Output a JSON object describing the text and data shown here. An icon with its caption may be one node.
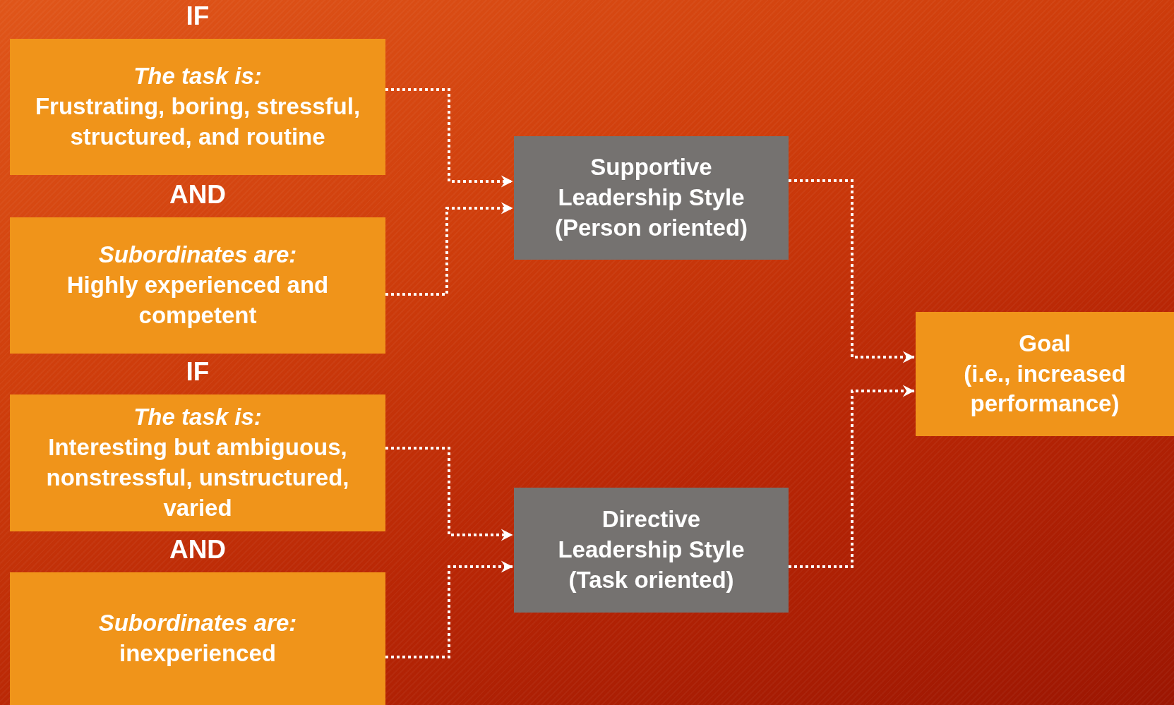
{
  "diagram": {
    "nodes": [
      {
        "text": [
          "The task is:",
          "Frustrating, boring, stressful, structured, and routine"
        ]
      },
      {
        "text": [
          "Subordinates are:",
          "Highly experienced and competent"
        ]
      },
      {
        "text": [
          "The task is:",
          "Interesting but ambiguous, nonstressful, unstructured, varied"
        ]
      },
      {
        "text": [
          "Subordinates are:",
          "inexperienced"
        ]
      },
      {
        "text": [
          "Supportive Leadership Style (Person oriented)"
        ]
      },
      {
        "text": [
          "Directive Leadership Style (Task oriented)"
        ]
      },
      {
        "text": [
          "Goal",
          "(i.e., increased performance)"
        ]
      }
    ],
    "edges": [
      {
        "from": 0,
        "to": 4,
        "arrow": "to"
      },
      {
        "from": 1,
        "to": 4,
        "arrow": "to"
      },
      {
        "from": 2,
        "to": 5,
        "arrow": "to"
      },
      {
        "from": 3,
        "to": 5,
        "arrow": "to"
      },
      {
        "from": 4,
        "to": 6,
        "arrow": "to"
      },
      {
        "from": 5,
        "to": 6,
        "arrow": "to"
      }
    ],
    "labels": [
      "IF",
      "AND",
      "IF",
      "AND"
    ]
  }
}
